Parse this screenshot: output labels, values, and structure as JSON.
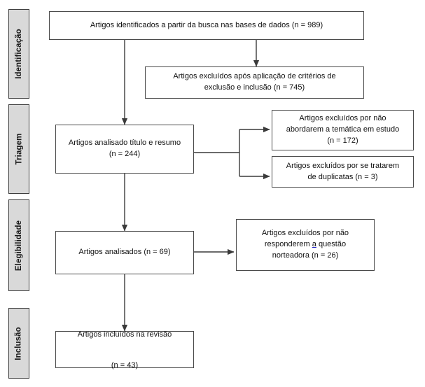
{
  "diagram": {
    "title": "PRISMA flow diagram",
    "language": "pt-BR",
    "colors": {
      "stage_fill": "#d9d9d9",
      "stage_border": "#3f3f3f",
      "node_border": "#4a4a4a",
      "connector": "#3a3a3a",
      "background": "#ffffff",
      "underline_accent": "#2222cc"
    }
  },
  "stages": [
    {
      "id": "identificacao",
      "label": "Identificação"
    },
    {
      "id": "triagem",
      "label": "Triagem"
    },
    {
      "id": "elegibilidade",
      "label": "Elegibilidade"
    },
    {
      "id": "inclusao",
      "label": "Inclusão"
    }
  ],
  "nodes": {
    "identified": {
      "text": "Artigos identificados a partir da busca nas bases de dados (n = 989)",
      "count": 989
    },
    "excluded_criteria": {
      "text": "Artigos excluídos após aplicação de critérios de\nexclusão e inclusão (n = 745)",
      "count": 745
    },
    "screened_title_abstract": {
      "text": "Artigos analisado título e resumo\n(n = 244)",
      "count": 244
    },
    "excluded_offtopic": {
      "text": "Artigos excluídos por não\nabordarem a temática em estudo\n(n = 172)",
      "count": 172
    },
    "excluded_duplicates": {
      "text": "Artigos excluídos por se tratarem\nde duplicatas (n = 3)",
      "count": 3
    },
    "analysed": {
      "text": "Artigos analisados (n = 69)",
      "count": 69
    },
    "excluded_question_part1": "Artigos excluídos por não",
    "excluded_question_part2": "responderem ",
    "excluded_question_underlined": "a",
    "excluded_question_part3": " questão",
    "excluded_question_part4": "norteadora (n = 26)",
    "included": {
      "text": "Artigos incluídos na revisão\n\n(n = 43)",
      "count": 43
    }
  },
  "chart_data": {
    "type": "diagram",
    "title": "Fluxograma PRISMA de seleção de artigos",
    "stages": [
      "Identificação",
      "Triagem",
      "Elegibilidade",
      "Inclusão"
    ],
    "records": [
      {
        "stage": "Identificação",
        "label": "Artigos identificados a partir da busca nas bases de dados",
        "n": 989
      },
      {
        "stage": "Identificação",
        "label": "Artigos excluídos após aplicação de critérios de exclusão e inclusão",
        "n": 745
      },
      {
        "stage": "Triagem",
        "label": "Artigos analisado título e resumo",
        "n": 244
      },
      {
        "stage": "Triagem",
        "label": "Artigos excluídos por não abordarem a temática em estudo",
        "n": 172
      },
      {
        "stage": "Triagem",
        "label": "Artigos excluídos por se tratarem de duplicatas",
        "n": 3
      },
      {
        "stage": "Elegibilidade",
        "label": "Artigos analisados",
        "n": 69
      },
      {
        "stage": "Elegibilidade",
        "label": "Artigos excluídos por não responderem a questão norteadora",
        "n": 26
      },
      {
        "stage": "Inclusão",
        "label": "Artigos incluídos na revisão",
        "n": 43
      }
    ]
  }
}
